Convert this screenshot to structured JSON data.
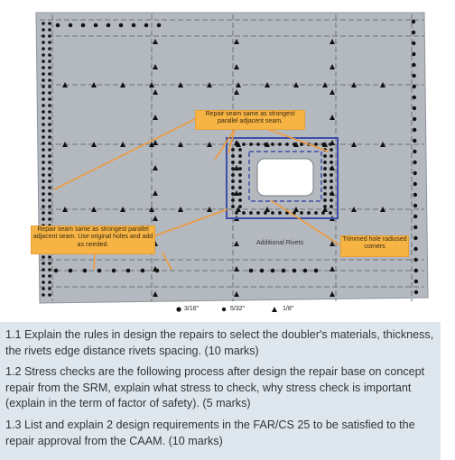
{
  "annotations": {
    "top": "Repair seam same as strongest parallel adjacent seam.",
    "left": "Repair seam same as strongest parallel adjacent seam. Use original holes and add as needed.",
    "right": "Trimmed hole radiused corners",
    "additional_rivets": "Additional Rivets"
  },
  "legend": {
    "items": [
      {
        "symbol": "large-dot",
        "label": "3/16\""
      },
      {
        "symbol": "medium-dot",
        "label": "5/32\""
      },
      {
        "symbol": "triangle",
        "label": "1/8\""
      }
    ]
  },
  "questions": [
    {
      "id": "1.1",
      "text": "1.1 Explain the rules in design the repairs to select the doubler's materials, thickness, the rivets edge distance rivets spacing. (10 marks)"
    },
    {
      "id": "1.2",
      "text": "1.2 Stress checks are the following process after design the repair base on concept repair from the SRM, explain what stress to check, why stress check is important (explain in the term of factor of safety). (5 marks)"
    },
    {
      "id": "1.3",
      "text": "1.3 List and explain 2 design requirements in the FAR/CS 25 to be satisfied to the repair approval from the CAAM. (10 marks)"
    }
  ],
  "colors": {
    "panel": "#b4b9bf",
    "annotation_fill": "#f6b445",
    "leader_line": "#f19a3a",
    "doubler_outline": "#3d4fa8",
    "questions_bg": "#dfe7ee"
  }
}
